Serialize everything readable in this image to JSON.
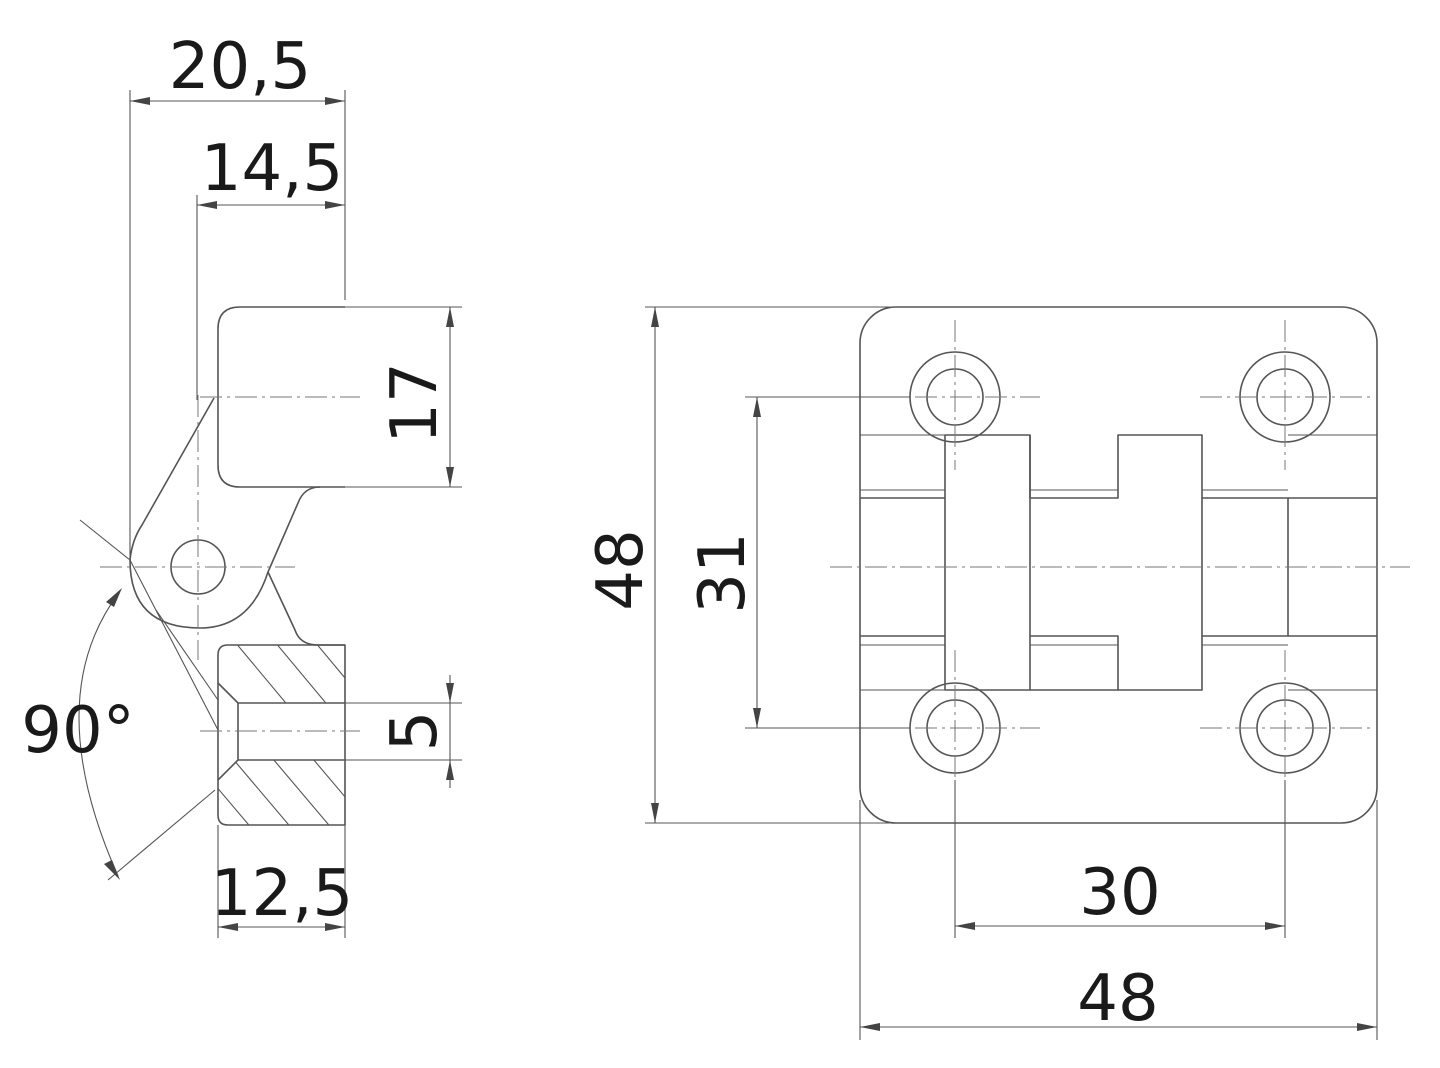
{
  "dimensions": {
    "side_overall_width": "20,5",
    "side_leaf_width": "14,5",
    "side_leaf_height": "17",
    "side_hole_diameter": "5",
    "side_thickness": "12,5",
    "opening_angle": "90°",
    "front_height": "48",
    "front_hole_pitch_vertical": "31",
    "front_hole_pitch_horizontal": "30",
    "front_width": "48"
  }
}
